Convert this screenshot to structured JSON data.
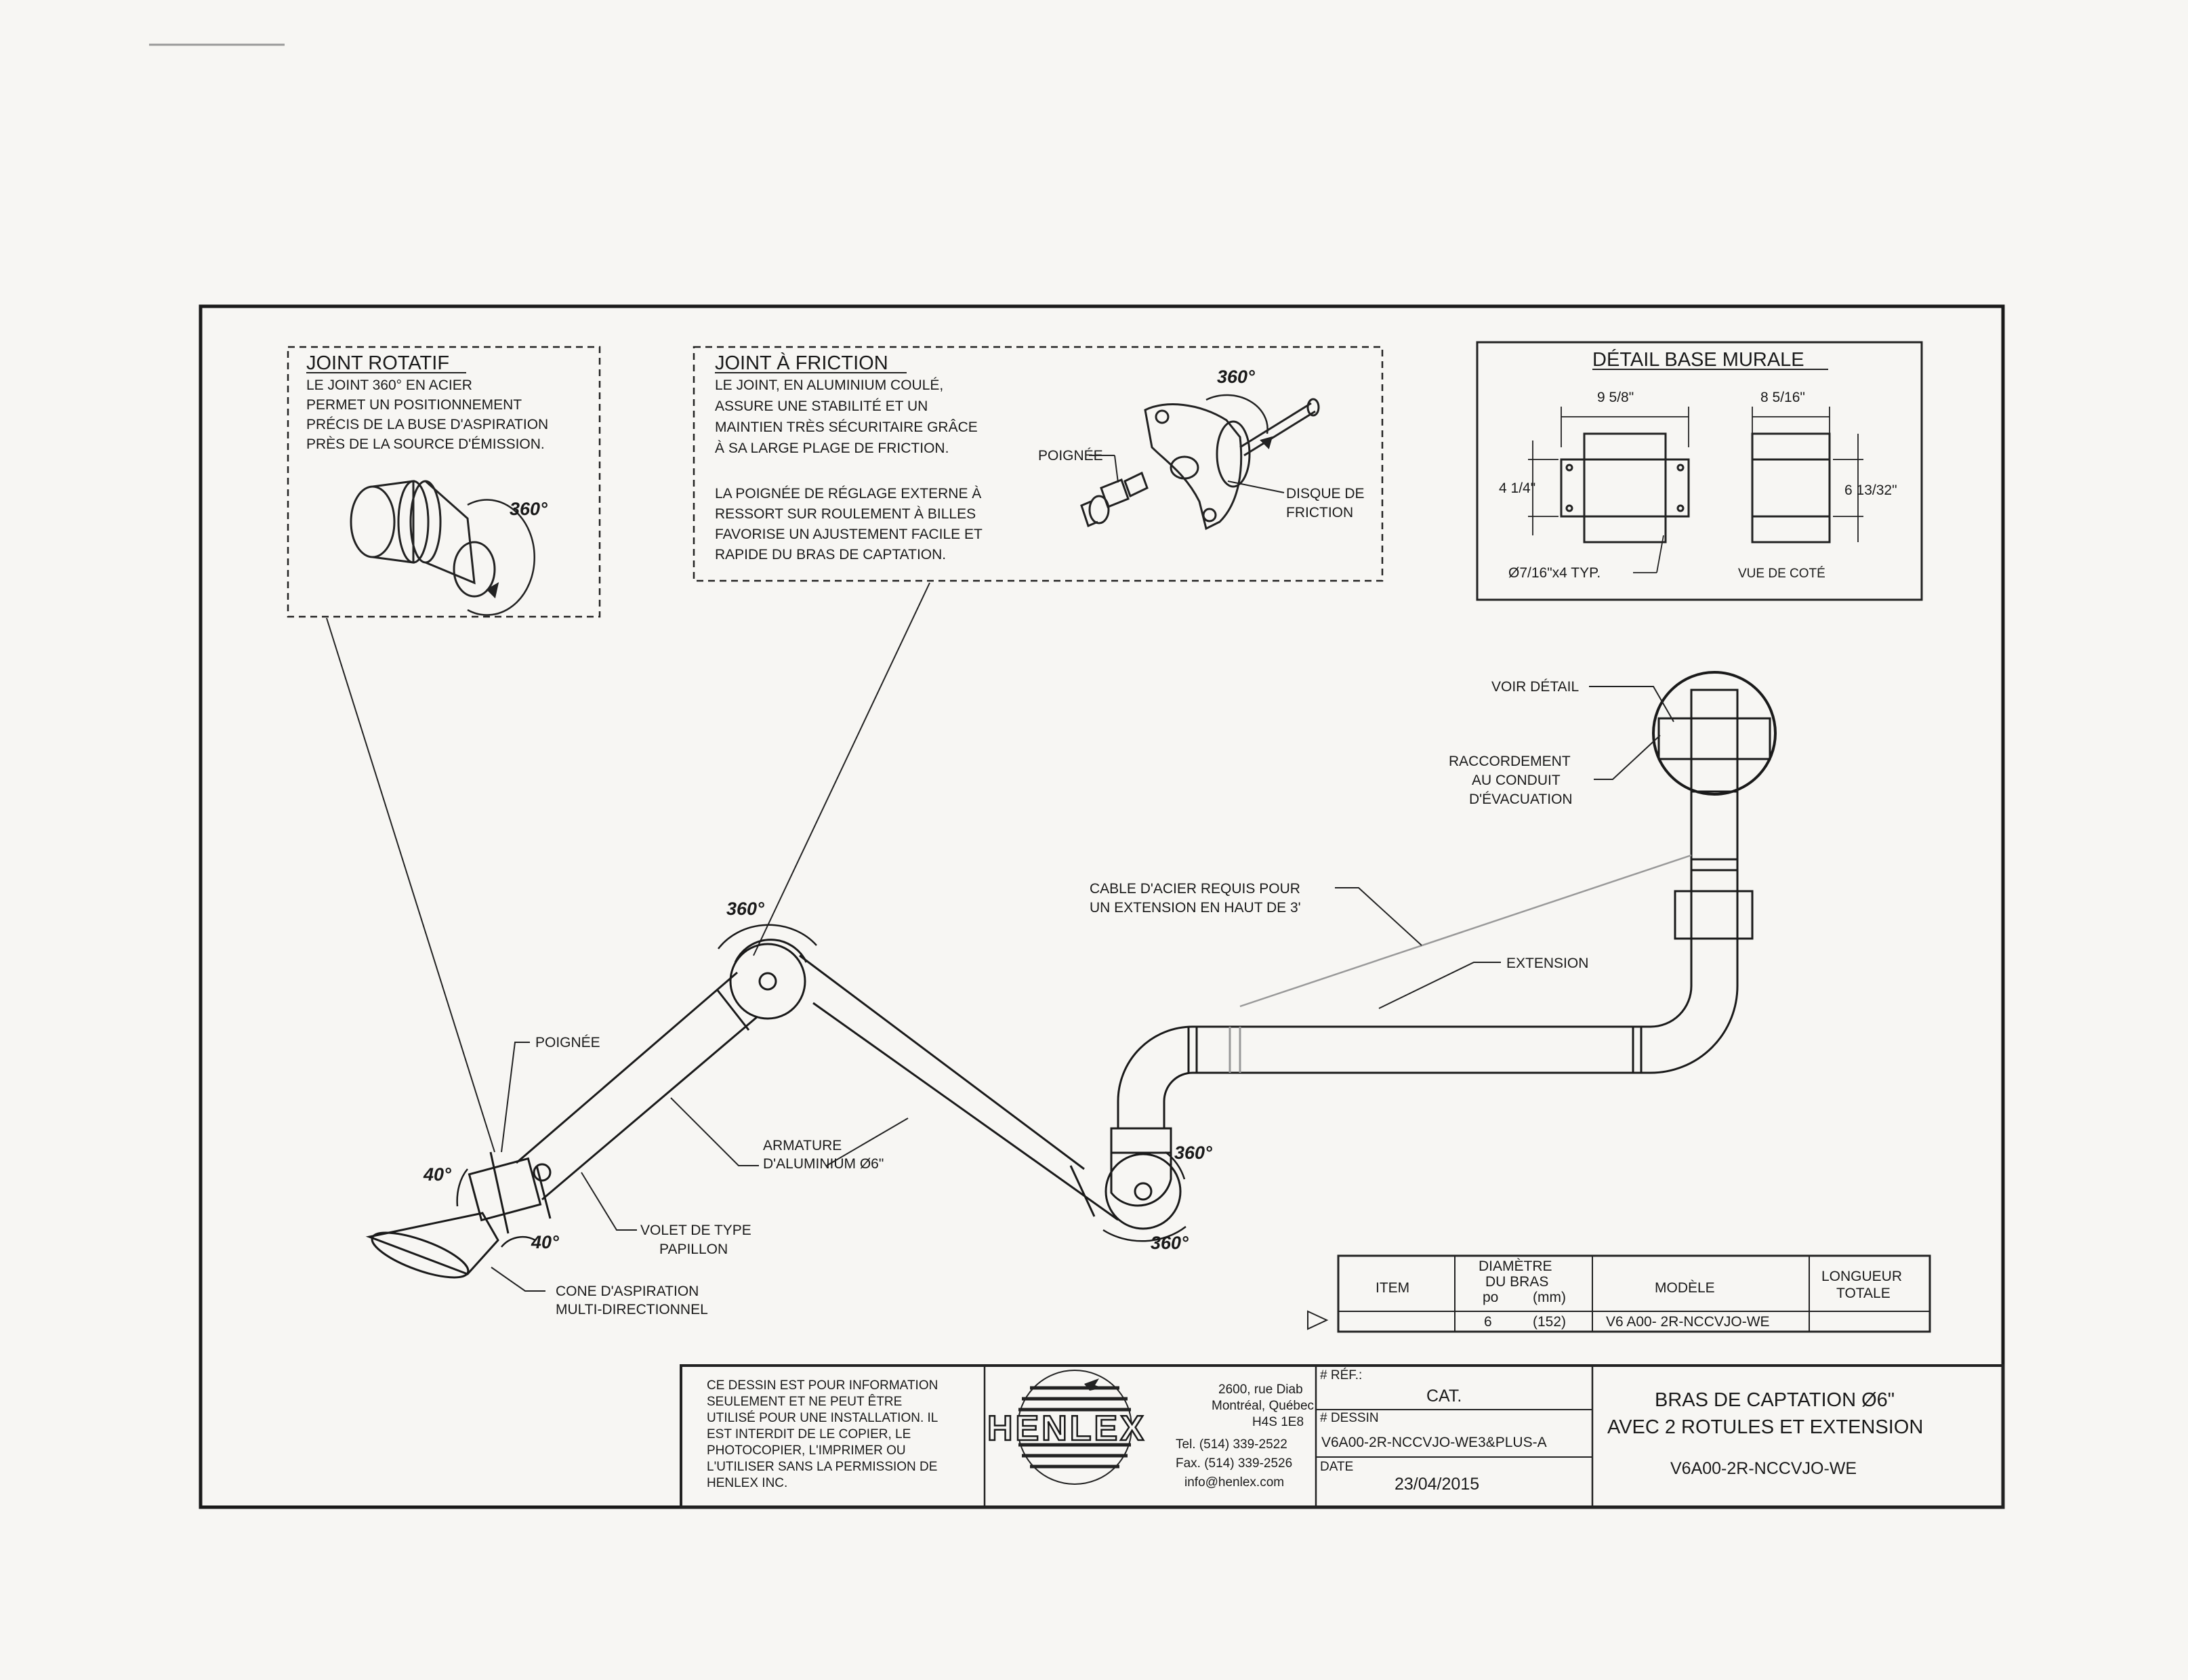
{
  "callouts": {
    "joint_rotatif": {
      "title": "JOINT ROTATIF",
      "lines": [
        "LE JOINT 360° EN ACIER",
        "PERMET UN POSITIONNEMENT",
        "PRÉCIS DE LA BUSE D'ASPIRATION",
        "PRÈS DE LA SOURCE D'ÉMISSION."
      ],
      "angle": "360°"
    },
    "joint_friction": {
      "title": "JOINT À FRICTION",
      "lines": [
        "LE JOINT, EN ALUMINIUM COULÉ,",
        "ASSURE UNE STABILITÉ ET UN",
        "MAINTIEN TRÈS SÉCURITAIRE GRÂCE",
        "À SA LARGE PLAGE DE FRICTION."
      ],
      "lines2": [
        "LA POIGNÉE DE RÉGLAGE EXTERNE À",
        "RESSORT SUR ROULEMENT À BILLES",
        "FAVORISE UN AJUSTEMENT FACILE ET",
        "RAPIDE DU BRAS DE CAPTATION."
      ],
      "angle": "360°",
      "poignee": "POIGNÉE",
      "disque": [
        "DISQUE DE",
        "FRICTION"
      ]
    },
    "base_murale": {
      "title": "DÉTAIL BASE MURALE",
      "dim_w1": "9 5/8\"",
      "dim_w2": "8 5/16\"",
      "dim_h1": "4 1/4\"",
      "dim_h2": "6 13/32\"",
      "holes": "Ø7/16\"x4 TYP.",
      "side_view": "VUE DE COTÉ"
    }
  },
  "labels": {
    "voir_detail": "VOIR DÉTAIL",
    "raccordement": [
      "RACCORDEMENT",
      "AU CONDUIT",
      "D'ÉVACUATION"
    ],
    "cable": [
      "CABLE D'ACIER REQUIS POUR",
      "UN EXTENSION EN HAUT DE 3'"
    ],
    "extension": "EXTENSION",
    "poignee": "POIGNÉE",
    "armature": [
      "ARMATURE",
      "D'ALUMINIUM Ø6\""
    ],
    "volet": [
      "VOLET DE TYPE",
      "PAPILLON"
    ],
    "cone": [
      "CONE D'ASPIRATION",
      "MULTI-DIRECTIONNEL"
    ],
    "angle_360": "360°",
    "angle_40": "40°"
  },
  "table": {
    "headers": {
      "item": "ITEM",
      "diam": [
        "DIAMÈTRE",
        "DU BRAS"
      ],
      "po": "po",
      "mm": "(mm)",
      "modele": "MODÈLE",
      "longueur": [
        "LONGUEUR",
        "TOTALE"
      ]
    },
    "row": {
      "po": "6",
      "mm": "(152)",
      "modele": "V6 A00- 2R-NCCVJO-WE",
      "longueur": ""
    }
  },
  "title_block": {
    "disclaimer": [
      "CE DESSIN EST POUR INFORMATION",
      "SEULEMENT ET NE PEUT ÊTRE",
      "UTILISÉ POUR UNE INSTALLATION. IL",
      "EST INTERDIT DE LE COPIER, LE",
      "PHOTOCOPIER, L'IMPRIMER OU",
      "L'UTILISER SANS LA PERMISSION DE",
      "HENLEX INC."
    ],
    "logo": "HENLEX",
    "address": [
      "2600, rue Diab",
      "Montréal, Québec",
      "H4S 1E8"
    ],
    "tel": "Tel. (514) 339-2522",
    "fax": "Fax. (514) 339-2526",
    "email": "info@henlex.com",
    "ref_label": "# RÉF.:",
    "ref_value": "CAT.",
    "dessin_label": "# DESSIN",
    "dessin_value": "V6A00-2R-NCCVJO-WE3&PLUS-A",
    "date_label": "DATE",
    "date_value": "23/04/2015",
    "title": [
      "BRAS DE CAPTATION Ø6\"",
      "AVEC 2 ROTULES ET EXTENSION"
    ],
    "code": "V6A00-2R-NCCVJO-WE"
  }
}
